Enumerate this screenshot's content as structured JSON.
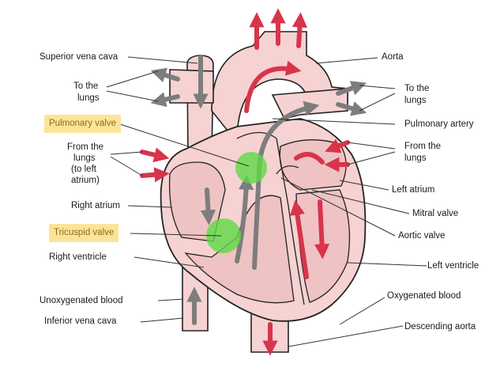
{
  "labels": {
    "superior_vena_cava": "Superior vena cava",
    "to_lungs_left_1": "To the",
    "to_lungs_left_2": "lungs",
    "pulmonary_valve": "Pulmonary valve",
    "from_lungs_left_1": "From the",
    "from_lungs_left_2": "lungs",
    "from_lungs_left_3": "(to left",
    "from_lungs_left_4": "atrium)",
    "right_atrium": "Right atrium",
    "tricuspid_valve": "Tricuspid valve",
    "right_ventricle": "Right ventricle",
    "unoxygenated_blood": "Unoxygenated blood",
    "inferior_vena_cava": "Inferior vena cava",
    "aorta": "Aorta",
    "to_lungs_right_1": "To the",
    "to_lungs_right_2": "lungs",
    "pulmonary_artery": "Pulmonary artery",
    "from_lungs_right_1": "From the",
    "from_lungs_right_2": "lungs",
    "left_atrium": "Left atrium",
    "mitral_valve": "Mitral valve",
    "aortic_valve": "Aortic valve",
    "left_ventricle": "Left ventricle",
    "oxygenated_blood": "Oxygenated blood",
    "descending_aorta": "Descending aorta"
  },
  "colors": {
    "heart_fill": "#f6d2d2",
    "chamber_fill": "#efc3c3",
    "outline": "#222222",
    "oxygenated_arrow": "#d8344c",
    "unoxygenated_arrow": "#7d7d7d",
    "highlight_label": "#fbe49a",
    "valve_marker": "#5fd946"
  },
  "icons": {
    "oxygenated_arrow": "red-arrow-icon",
    "unoxygenated_arrow": "gray-arrow-icon",
    "valve_marker": "green-circle-marker"
  }
}
